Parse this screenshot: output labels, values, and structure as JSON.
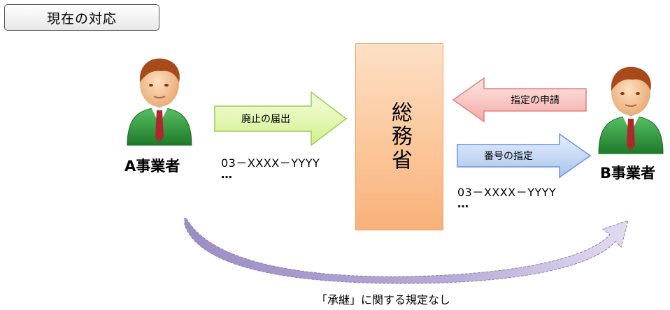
{
  "title": "現在の対応",
  "ministry": "総務省",
  "company_a": {
    "label": "A事業者",
    "number": "03－XXXX－YYYY",
    "dots": "…"
  },
  "company_b": {
    "label": "B事業者",
    "number": "03－XXXX－YYYY",
    "dots": "…"
  },
  "arrows": {
    "abolition": "廃止の届出",
    "application": "指定の申請",
    "designation": "番号の指定"
  },
  "caption": "「承継」に関する規定なし",
  "colors": {
    "ministry_fill": "#fbc79a",
    "abolition_fill": "#e4f7b8",
    "application_fill": "#f7c3c0",
    "designation_fill": "#bfd4f3",
    "curve_arrow": "#a99bc8",
    "person_body": "#2e9a3c",
    "person_hair": "#a84a1a"
  },
  "icons": [
    "person-icon",
    "person-icon"
  ]
}
